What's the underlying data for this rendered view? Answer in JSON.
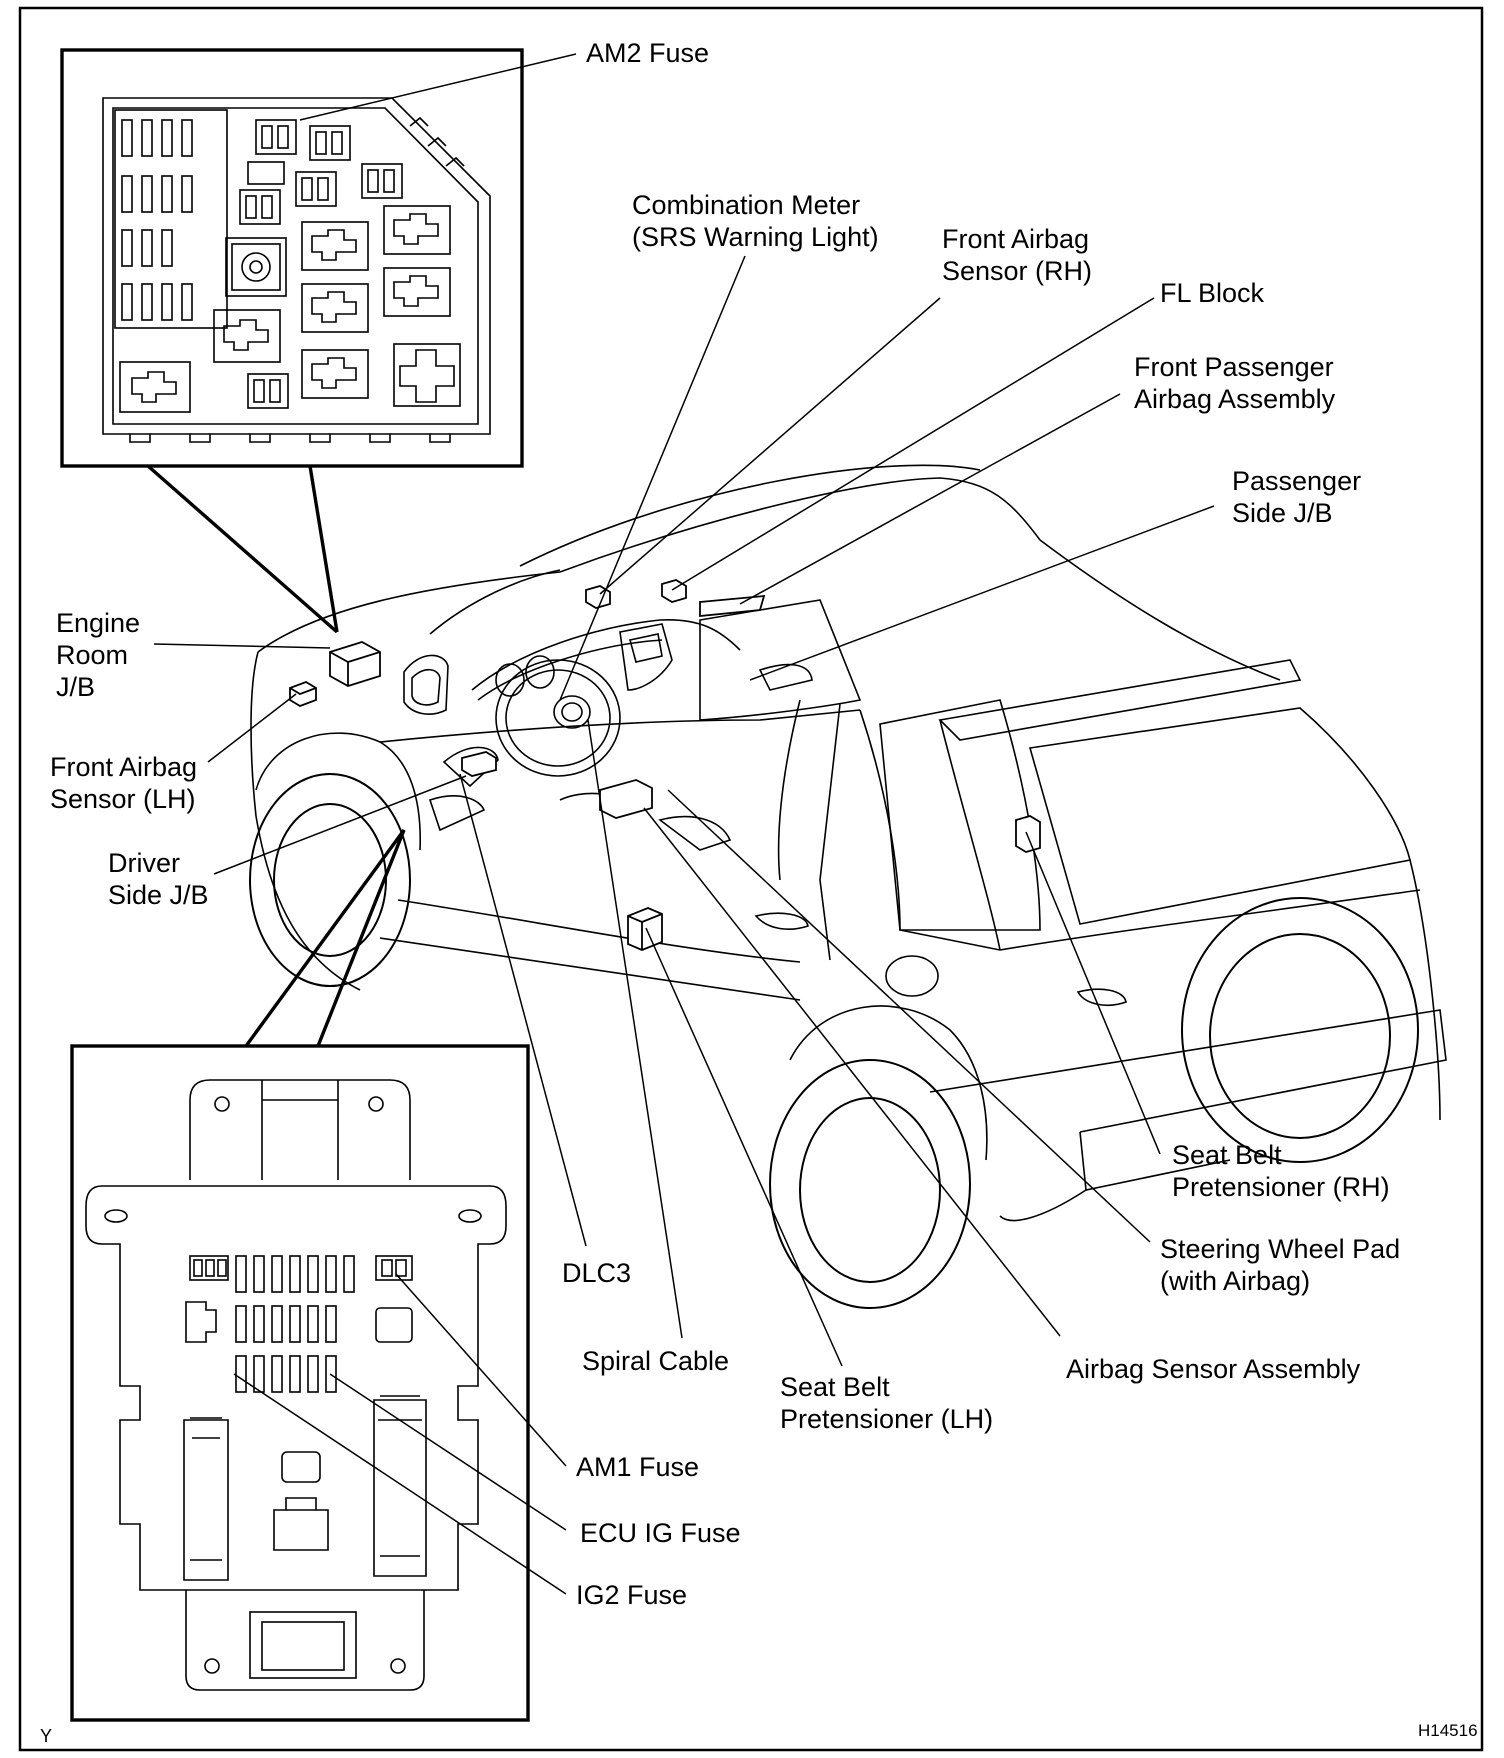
{
  "labels": {
    "am2_fuse": "AM2 Fuse",
    "combination_meter_1": "Combination Meter",
    "combination_meter_2": "(SRS Warning Light)",
    "front_airbag_rh_1": "Front Airbag",
    "front_airbag_rh_2": "Sensor (RH)",
    "fl_block": "FL Block",
    "front_passenger_1": "Front Passenger",
    "front_passenger_2": "Airbag Assembly",
    "passenger_jb_1": "Passenger",
    "passenger_jb_2": "Side J/B",
    "engine_room_1": "Engine",
    "engine_room_2": "Room",
    "engine_room_3": "J/B",
    "front_airbag_lh_1": "Front Airbag",
    "front_airbag_lh_2": "Sensor (LH)",
    "driver_jb_1": "Driver",
    "driver_jb_2": "Side J/B",
    "seat_belt_rh_1": "Seat Belt",
    "seat_belt_rh_2": "Pretensioner (RH)",
    "steering_pad_1": "Steering Wheel Pad",
    "steering_pad_2": "(with Airbag)",
    "dlc3": "DLC3",
    "airbag_sensor_assembly": "Airbag Sensor Assembly",
    "spiral_cable": "Spiral Cable",
    "seat_belt_lh_1": "Seat Belt",
    "seat_belt_lh_2": "Pretensioner (LH)",
    "am1_fuse": "AM1 Fuse",
    "ecu_ig_fuse": "ECU IG Fuse",
    "ig2_fuse": "IG2 Fuse"
  },
  "corner": {
    "left": "Y",
    "figure_id": "H14516"
  }
}
